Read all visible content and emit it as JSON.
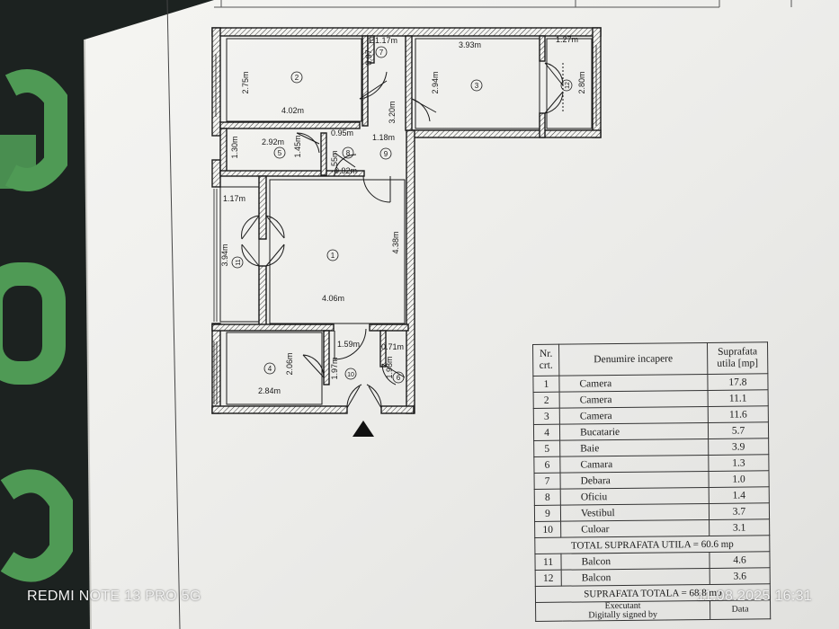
{
  "camera_caption": {
    "brand": "REDMI NOTE 13 PRO 5G",
    "datetime": "11.08.2025 16:31"
  },
  "floor_plan": {
    "rooms": [
      {
        "number": "1"
      },
      {
        "number": "2"
      },
      {
        "number": "3"
      },
      {
        "number": "4"
      },
      {
        "number": "5"
      },
      {
        "number": "6"
      },
      {
        "number": "7"
      },
      {
        "number": "8"
      },
      {
        "number": "9"
      },
      {
        "number": "10"
      },
      {
        "number": "11"
      },
      {
        "number": "12"
      }
    ],
    "dimensions": {
      "d_e": "E",
      "d_117_top": "1.17m",
      "d_393": "3.93m",
      "d_127": "1.27m",
      "d_275": "2.75m",
      "d_402": "4.02m",
      "d_097": "0.97",
      "d_294": "2.94m",
      "d_320": "3.20m",
      "d_280": "2.80m",
      "d_292": "2.92m",
      "d_095": "0.95m",
      "d_118": "1.18m",
      "d_130": "1.30m",
      "d_145": "1.45m",
      "d_155": "1.55m",
      "d_092": "0.92m",
      "d_117_left": "1.17m",
      "d_394": "3.94m",
      "d_438": "4.38m",
      "d_406": "4.06m",
      "d_159": "1.59m",
      "d_071": "0.71m",
      "d_206": "2.06m",
      "d_197": "1.97m",
      "d_198": "1.98m",
      "d_284": "2.84m"
    }
  },
  "area_table": {
    "headers": {
      "nr": "Nr. crt.",
      "name": "Denumire incapere",
      "area": "Suprafata utila [mp]"
    },
    "rows": [
      {
        "nr": "1",
        "name": "Camera",
        "area": "17.8"
      },
      {
        "nr": "2",
        "name": "Camera",
        "area": "11.1"
      },
      {
        "nr": "3",
        "name": "Camera",
        "area": "11.6"
      },
      {
        "nr": "4",
        "name": "Bucatarie",
        "area": "5.7"
      },
      {
        "nr": "5",
        "name": "Baie",
        "area": "3.9"
      },
      {
        "nr": "6",
        "name": "Camara",
        "area": "1.3"
      },
      {
        "nr": "7",
        "name": "Debara",
        "area": "1.0"
      },
      {
        "nr": "8",
        "name": "Oficiu",
        "area": "1.4"
      },
      {
        "nr": "9",
        "name": "Vestibul",
        "area": "3.7"
      },
      {
        "nr": "10",
        "name": "Culoar",
        "area": "3.1"
      }
    ],
    "total_utila": "TOTAL SUPRAFATA UTILA = 60.6 mp",
    "balconies": [
      {
        "nr": "11",
        "name": "Balcon",
        "area": "4.6"
      },
      {
        "nr": "12",
        "name": "Balcon",
        "area": "3.6"
      }
    ],
    "total": "SUPRAFATA TOTALA = 68.8 mp",
    "footer": {
      "executant": "Executant",
      "signed": "Digitally signed by",
      "data": "Data"
    }
  },
  "colors": {
    "paper": "#f4f4f1",
    "background": "#1c2220",
    "accent_green": "#4f9a55",
    "line": "#1a1a1a"
  }
}
